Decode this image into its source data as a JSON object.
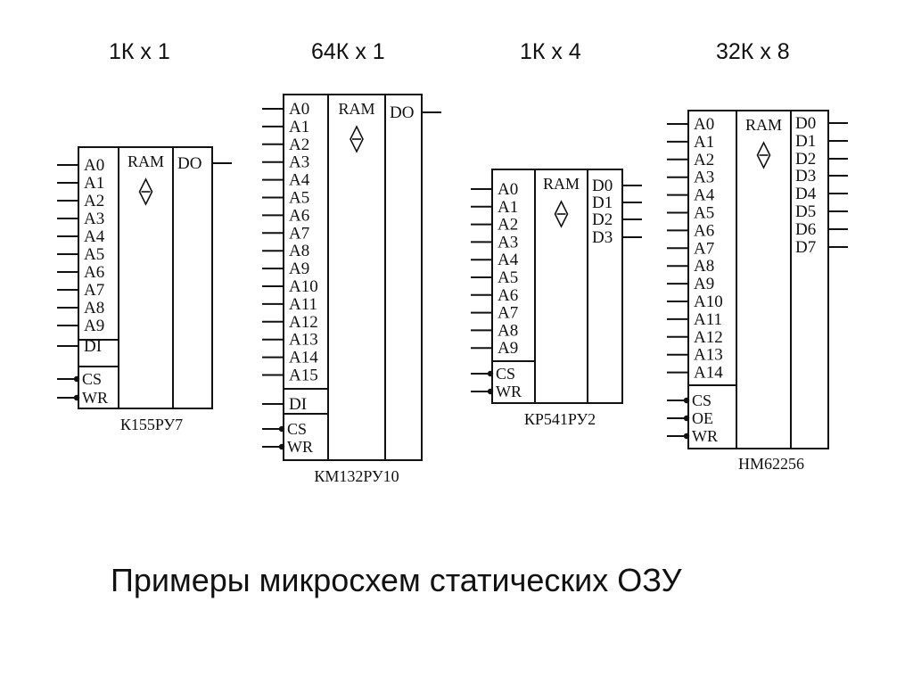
{
  "captions": [
    "1К x 1",
    "64К x 1",
    "1К x 4",
    "32К x 8"
  ],
  "footer": "Примеры микросхем статических ОЗУ",
  "chips": [
    {
      "id": "k155ru7",
      "type_label": "RAM",
      "address_pins": [
        "A0",
        "A1",
        "A2",
        "A3",
        "A4",
        "A5",
        "A6",
        "A7",
        "A8",
        "A9"
      ],
      "data_in": "DI",
      "control_pins": [
        "CS",
        "WR"
      ],
      "output_pins": [
        "DO"
      ],
      "part_name": "К155РУ7"
    },
    {
      "id": "km132ru10",
      "type_label": "RAM",
      "address_pins": [
        "A0",
        "A1",
        "A2",
        "A3",
        "A4",
        "A5",
        "A6",
        "A7",
        "A8",
        "A9",
        "A10",
        "A11",
        "A12",
        "A13",
        "A14",
        "A15"
      ],
      "data_in": "DI",
      "control_pins": [
        "CS",
        "WR"
      ],
      "output_pins": [
        "DO"
      ],
      "part_name": "КМ132РУ10"
    },
    {
      "id": "kr541ru2",
      "type_label": "RAM",
      "address_pins": [
        "A0",
        "A1",
        "A2",
        "A3",
        "A4",
        "A5",
        "A6",
        "A7",
        "A8",
        "A9"
      ],
      "data_in": "",
      "control_pins": [
        "CS",
        "WR"
      ],
      "output_pins": [
        "D0",
        "D1",
        "D2",
        "D3"
      ],
      "part_name": "КР541РУ2"
    },
    {
      "id": "hm62256",
      "type_label": "RAM",
      "address_pins": [
        "A0",
        "A1",
        "A2",
        "A3",
        "A4",
        "A5",
        "A6",
        "A7",
        "A8",
        "A9",
        "A10",
        "A11",
        "A12",
        "A13",
        "A14"
      ],
      "data_in": "",
      "control_pins": [
        "CS",
        "OE",
        "WR"
      ],
      "output_pins": [
        "D0",
        "D1",
        "D2",
        "D3",
        "D4",
        "D5",
        "D6",
        "D7"
      ],
      "part_name": "HM62256"
    }
  ]
}
